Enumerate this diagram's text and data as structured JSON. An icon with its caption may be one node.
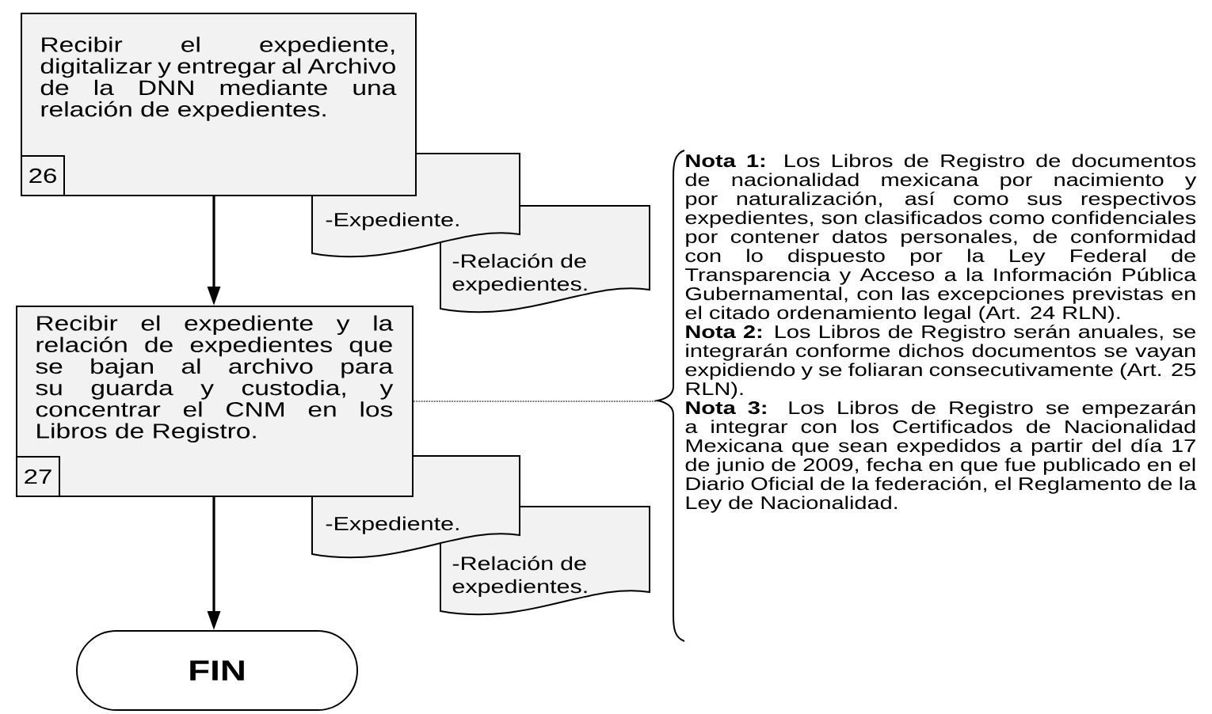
{
  "diagram": {
    "nodes": [
      {
        "text": [
          "Recibir el expediente, digitalizar y entregar al Archivo de la DNN mediante una relación de expedientes."
        ]
      },
      {
        "text": [
          "26"
        ],
        "in": 0
      },
      {
        "text": [
          "-Expediente."
        ]
      },
      {
        "text": [
          "-Relación de expedientes."
        ]
      },
      {
        "text": [
          "Recibir el expediente y la relación de expedientes que se bajan al archivo para su guarda y custodia, y concentrar el CNM en los Libros de Registro."
        ]
      },
      {
        "text": [
          "27"
        ],
        "in": 4
      },
      {
        "text": [
          "-Expediente."
        ]
      },
      {
        "text": [
          "-Relación de expedientes."
        ]
      },
      {
        "text": [
          "FIN"
        ]
      },
      {
        "text": [
          "**Nota 1:** Los Libros de Registro de documentos de nacionalidad mexicana por nacimiento y por naturalización, así como sus respectivos expedientes, son clasificados como confidenciales por contener datos personales, de conformidad con lo dispuesto por la Ley Federal de Transparencia y Acceso a la Información Pública Gubernamental, con las excepciones previstas en el citado ordenamiento legal (Art. 24 RLN).",
          "**Nota 2:** Los Libros de Registro serán anuales, se integrarán conforme dichos documentos se vayan expidiendo y se foliaran consecutivamente (Art. 25 RLN).",
          "**Nota 3:** Los Libros de Registro se empezarán a integrar con los Certificados de Nacionalidad Mexicana que sean expedidos a partir del día 17 de junio de 2009, fecha en que fue publicado en el Diario Oficial de la federación, el Reglamento de la Ley de Nacionalidad."
        ]
      }
    ],
    "edges": [
      {
        "from": 0,
        "to": 4,
        "arrow": "to"
      },
      {
        "from": 4,
        "to": 8,
        "arrow": "to"
      },
      {
        "from": 4,
        "to": 9,
        "arrow": "none",
        "style": "dashed"
      }
    ]
  }
}
